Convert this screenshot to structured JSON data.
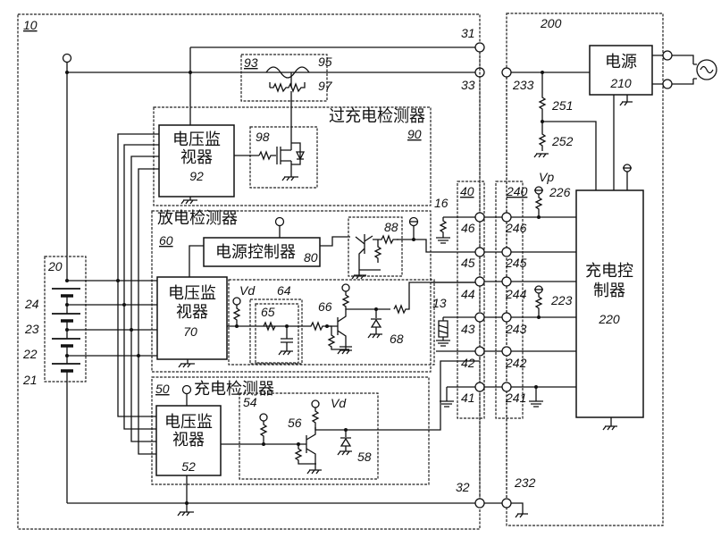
{
  "diagram": {
    "battery_pack": {
      "ref": "10",
      "battery_group": "20",
      "cells": [
        "24",
        "23",
        "22",
        "21"
      ],
      "overcharge_detector": {
        "label": "过充电检测器",
        "ref": "90",
        "voltage_monitor": {
          "label_line1": "电压监",
          "label_line2": "视器",
          "ref": "92"
        },
        "switch_ref": "98"
      },
      "fuse_block": {
        "ref": "93",
        "fuse_ref": "95",
        "heater_ref": "97"
      },
      "discharge_detector": {
        "label": "放电检测器",
        "ref": "60",
        "voltage_monitor": {
          "label_line1": "电压监",
          "label_line2": "视器",
          "ref": "70"
        },
        "power_controller": {
          "label": "电源控制器",
          "ref": "80"
        },
        "switch_ref": "88",
        "delay_ref": "64",
        "rc_ref": "65",
        "transistor_ref": "66",
        "zener_ref": "68",
        "vd_label": "Vd"
      },
      "charge_detector": {
        "label": "充电检测器",
        "ref": "50",
        "voltage_monitor": {
          "label_line1": "电压监",
          "label_line2": "视器",
          "ref": "52"
        },
        "circuit_ref": "54",
        "transistor_ref": "56",
        "zener_ref": "58",
        "vd_label": "Vd"
      },
      "terminals": [
        "31",
        "33",
        "32"
      ],
      "connector": {
        "ref": "40",
        "pins": [
          "46",
          "45",
          "44",
          "43",
          "42",
          "41"
        ]
      },
      "thermistor_ref": "13",
      "resistor_ref": "16"
    },
    "charger": {
      "ref": "200",
      "power_supply": {
        "label": "电源",
        "ref": "210"
      },
      "charge_controller": {
        "label_line1": "充电控",
        "label_line2": "制器",
        "ref": "220"
      },
      "terminals": [
        "233",
        "232"
      ],
      "connector": {
        "ref": "240",
        "pins": [
          "246",
          "245",
          "244",
          "243",
          "242",
          "241"
        ]
      },
      "resistors": [
        "251",
        "252",
        "226",
        "223"
      ],
      "vp_label": "Vp"
    }
  }
}
